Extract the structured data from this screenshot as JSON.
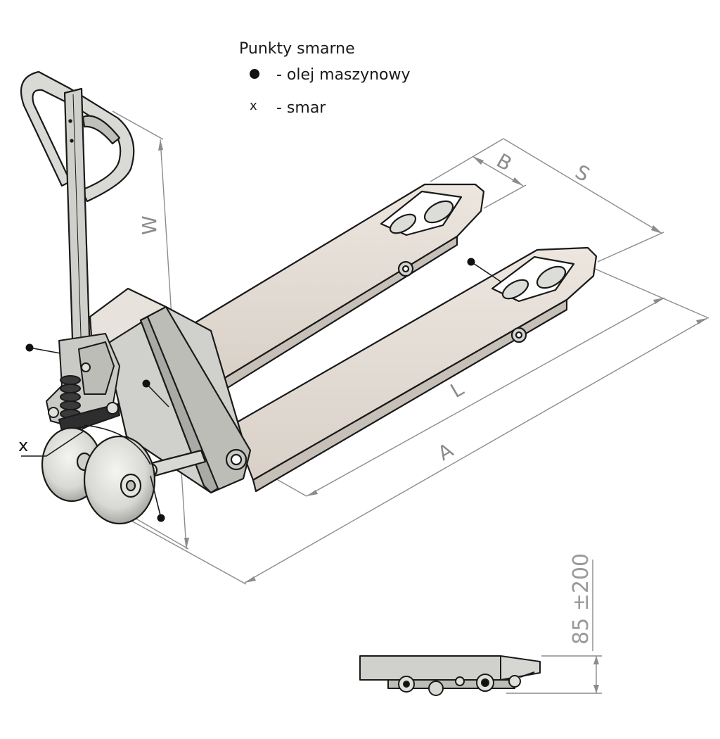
{
  "legend": {
    "title": "Punkty smarne",
    "items": [
      {
        "symbol_icon": "filled-dot-icon",
        "label": "- olej maszynowy"
      },
      {
        "symbol": "x",
        "label": "- smar"
      }
    ]
  },
  "dimensions": {
    "B": "B",
    "S": "S",
    "W": "W",
    "L": "L",
    "A": "A",
    "height": "85 ±200"
  },
  "markers": {
    "grease_point": "x"
  },
  "colors": {
    "fork_fill": "#e4ddd6",
    "frame_fill": "#d2d2d2",
    "outline": "#1a1a1a",
    "dim_line": "#8c8c8c"
  }
}
